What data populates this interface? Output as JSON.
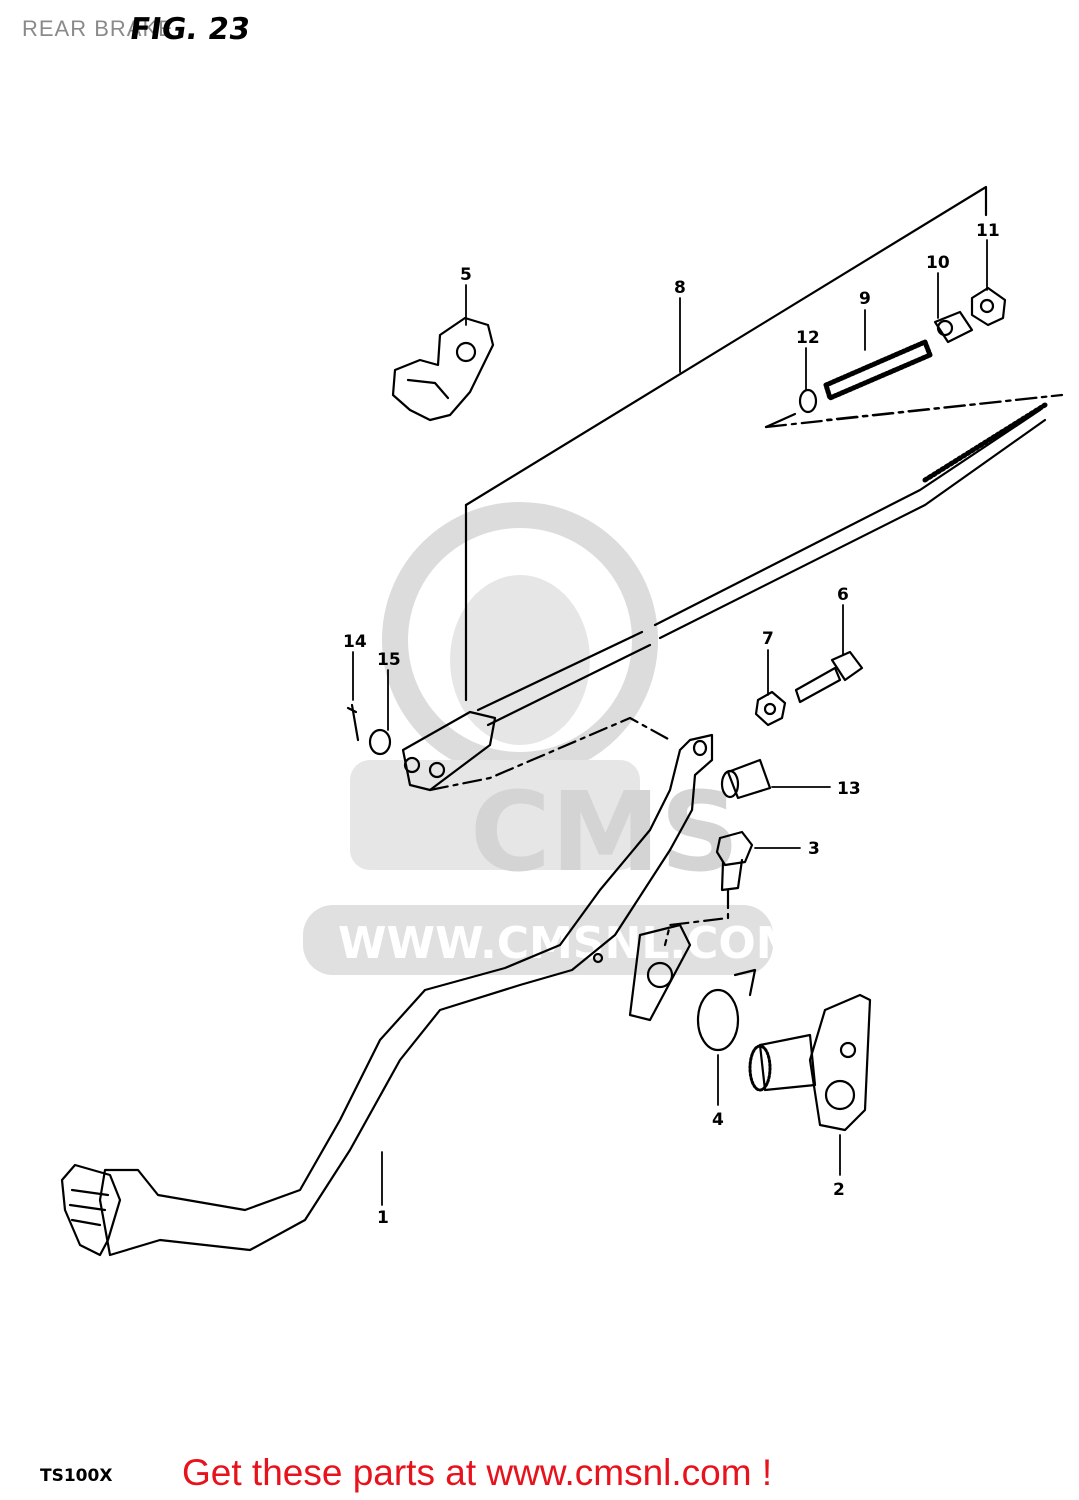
{
  "header": {
    "title": "REAR BRAKE",
    "figure": "FIG. 23"
  },
  "footer": {
    "model": "TS100X",
    "promo_text": "Get these parts at www.cmsnl.com !"
  },
  "watermark": {
    "brand": "CMS",
    "url": "WWW.CMSNL.COM"
  },
  "callouts": [
    "1",
    "2",
    "3",
    "4",
    "5",
    "6",
    "7",
    "8",
    "9",
    "10",
    "11",
    "12",
    "13",
    "14",
    "15"
  ],
  "colors": {
    "promo": "#e8121c",
    "watermark": "#dcdcdc",
    "line": "#000000"
  }
}
